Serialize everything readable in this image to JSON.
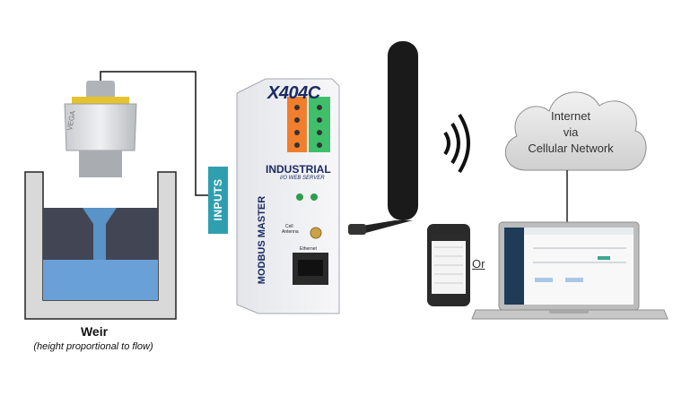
{
  "weir": {
    "title": "Weir",
    "subtitle": "(height proportional to flow)"
  },
  "sensor": {
    "brand": "VEGA"
  },
  "inputs": {
    "label": "INPUTS"
  },
  "device": {
    "brand": "X404C",
    "product": "INDUSTRIAL",
    "tagline": "I/O WEB SERVER",
    "side_label": "MODBUS MASTER",
    "antenna_label_1": "Cell",
    "antenna_label_2": "Antenna",
    "ethernet_label": "Ethernet"
  },
  "cloud": {
    "line1": "Internet",
    "line2": "via",
    "line3": "Cellular Network"
  },
  "or_label": "Or",
  "colors": {
    "water": "#5b9bd5",
    "inputs_tag": "#2f9fb0",
    "brand_blue": "#1b2a63",
    "laptop_sidebar": "#1e3b57"
  }
}
